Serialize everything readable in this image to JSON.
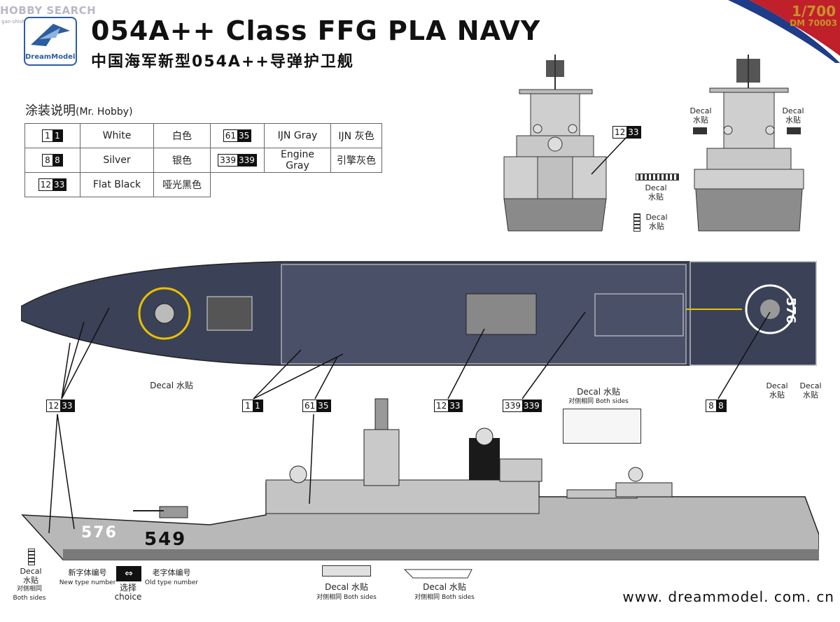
{
  "watermark": {
    "text": "HOBBY SEARCH",
    "sub": "gao-shishi.com"
  },
  "logo": {
    "text": "DreamModel"
  },
  "header": {
    "title": "054A++ Class FFG PLA NAVY",
    "subtitle": "中国海军新型054A++导弹护卫舰",
    "scale": "1/700",
    "code": "DM 70003"
  },
  "paint": {
    "heading": "涂装说明",
    "heading_brand": "(Mr. Hobby)",
    "rows": [
      [
        {
          "code_w": "1",
          "code_b": "1",
          "en": "White",
          "cn": "白色"
        },
        {
          "code_w": "61",
          "code_b": "35",
          "en": "IJN Gray",
          "cn": "IJN 灰色"
        }
      ],
      [
        {
          "code_w": "8",
          "code_b": "8",
          "en": "Silver",
          "cn": "银色"
        },
        {
          "code_w": "339",
          "code_b": "339",
          "en": "Engine Gray",
          "cn": "引擎灰色"
        }
      ],
      [
        {
          "code_w": "12",
          "code_b": "33",
          "en": "Flat Black",
          "cn": "哑光黑色"
        }
      ]
    ]
  },
  "callouts": {
    "c1": {
      "w": "12",
      "b": "33"
    },
    "c2": {
      "w": "1",
      "b": "1"
    },
    "c3": {
      "w": "61",
      "b": "35"
    },
    "c4": {
      "w": "12",
      "b": "33"
    },
    "c5": {
      "w": "339",
      "b": "339"
    },
    "c6": {
      "w": "8",
      "b": "8"
    },
    "c7": {
      "w": "12",
      "b": "33"
    }
  },
  "labels": {
    "decal": "Decal",
    "decal_cn": "水贴",
    "decal_full": "Decal 水贴",
    "both_sides": "对侧相同 Both sides",
    "both_sides_cn": "对侧相同",
    "both_sides_en": "Both sides",
    "new_type_cn": "新字体编号",
    "new_type_en": "New type number",
    "old_type_cn": "老字体编号",
    "old_type_en": "Old type number",
    "choice_cn": "选择",
    "choice_en": "choice",
    "hull_new": "576",
    "hull_old": "549",
    "deck_number": "576"
  },
  "website": "www. dreammodel. com. cn"
}
